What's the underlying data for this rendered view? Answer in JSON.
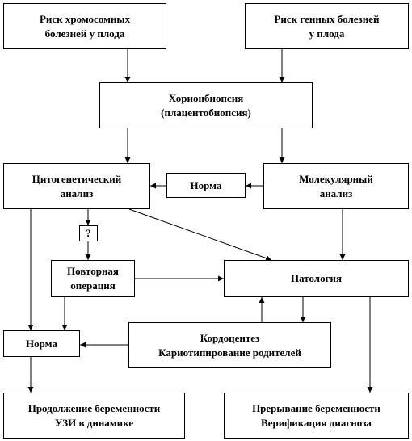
{
  "nodes": {
    "chromosomal_risk": [
      "Риск хромосомных",
      "болезней у плода"
    ],
    "gene_risk": [
      "Риск генных болезней",
      "у плода"
    ],
    "chorion_biopsy": [
      "Хорионбиопсия",
      "(плацентобиопсия)"
    ],
    "cytogenetic": [
      "Цитогенетический",
      "анализ"
    ],
    "norm_middle": [
      "Норма"
    ],
    "molecular": [
      "Молекулярный",
      "анализ"
    ],
    "question": [
      "?"
    ],
    "repeat_operation": [
      "Повторная",
      "операция"
    ],
    "pathology": [
      "Патология"
    ],
    "cordocentesis": [
      "Кордоцентез",
      "Кариотипирование родителей"
    ],
    "norm_bottom": [
      "Норма"
    ],
    "continue_pregnancy": [
      "Продолжение беременности",
      "УЗИ в динамике"
    ],
    "terminate_pregnancy": [
      "Прерывание беременности",
      "Верификация диагноза"
    ]
  },
  "edges": [
    [
      "chromosomal_risk",
      "chorion_biopsy"
    ],
    [
      "gene_risk",
      "chorion_biopsy"
    ],
    [
      "chorion_biopsy",
      "cytogenetic"
    ],
    [
      "chorion_biopsy",
      "molecular"
    ],
    [
      "molecular",
      "norm_middle"
    ],
    [
      "norm_middle",
      "cytogenetic"
    ],
    [
      "cytogenetic",
      "question"
    ],
    [
      "question",
      "repeat_operation"
    ],
    [
      "cytogenetic",
      "pathology"
    ],
    [
      "cytogenetic",
      "norm_bottom"
    ],
    [
      "molecular",
      "pathology"
    ],
    [
      "repeat_operation",
      "pathology"
    ],
    [
      "repeat_operation",
      "norm_bottom"
    ],
    [
      "pathology",
      "cordocentesis"
    ],
    [
      "cordocentesis",
      "pathology"
    ],
    [
      "cordocentesis",
      "norm_bottom"
    ],
    [
      "norm_bottom",
      "continue_pregnancy"
    ],
    [
      "pathology",
      "terminate_pregnancy"
    ]
  ]
}
